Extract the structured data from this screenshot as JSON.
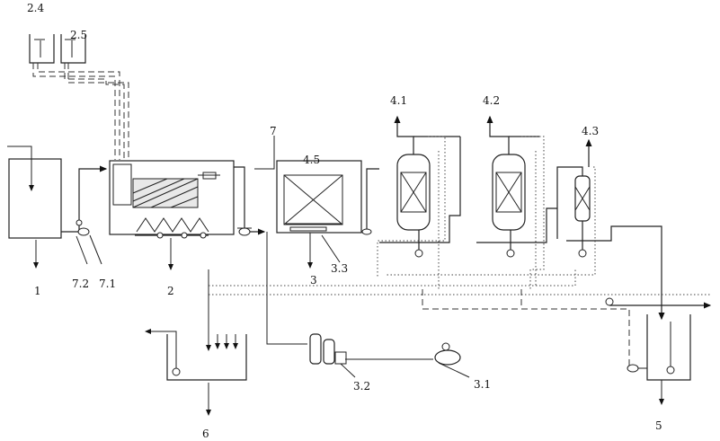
{
  "labels": {
    "raw_tank": "1",
    "reactor": "2",
    "dose_tank_a": "2.4",
    "dose_tank_b": "2.5",
    "aeration_tank": "3",
    "blower": "3.1",
    "gas_unit": "3.2",
    "diffuser": "3.3",
    "column_a": "4.1",
    "column_b": "4.2",
    "column_c": "4.3",
    "filter_pack": "4.5",
    "effluent_tank": "5",
    "sludge_tank": "6",
    "bypass_line": "7",
    "pump": "7.1",
    "valve": "7.2"
  }
}
